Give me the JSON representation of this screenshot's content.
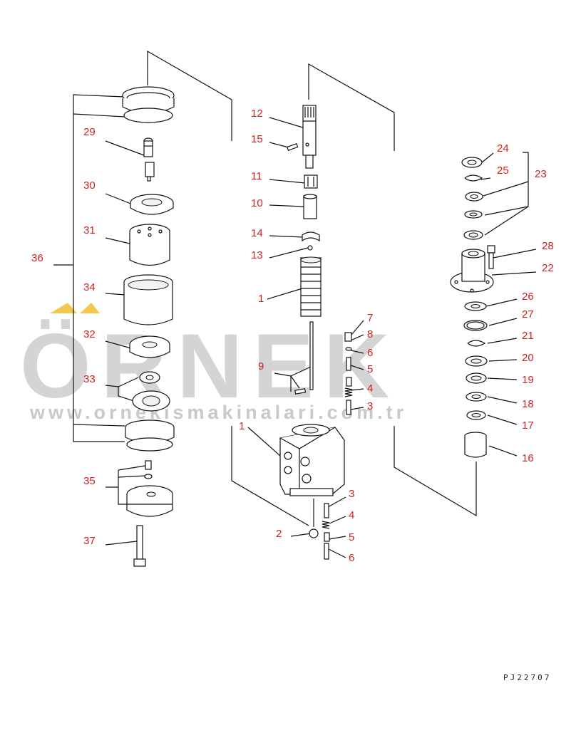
{
  "diagram": {
    "reference_code": "PJ22707",
    "watermark": {
      "brand": "ÖRNEK",
      "url": "www.ornekismakinalari.com.tr",
      "accent_color": "#f2c94c"
    },
    "callouts": [
      "12",
      "15",
      "11",
      "10",
      "14",
      "13",
      "1",
      "9",
      "7",
      "8",
      "6",
      "5",
      "4",
      "3",
      "1",
      "3",
      "4",
      "2",
      "5",
      "6",
      "29",
      "30",
      "31",
      "34",
      "32",
      "33",
      "35",
      "37",
      "36",
      "24",
      "25",
      "23",
      "28",
      "22",
      "26",
      "27",
      "21",
      "20",
      "19",
      "18",
      "17",
      "16"
    ]
  }
}
